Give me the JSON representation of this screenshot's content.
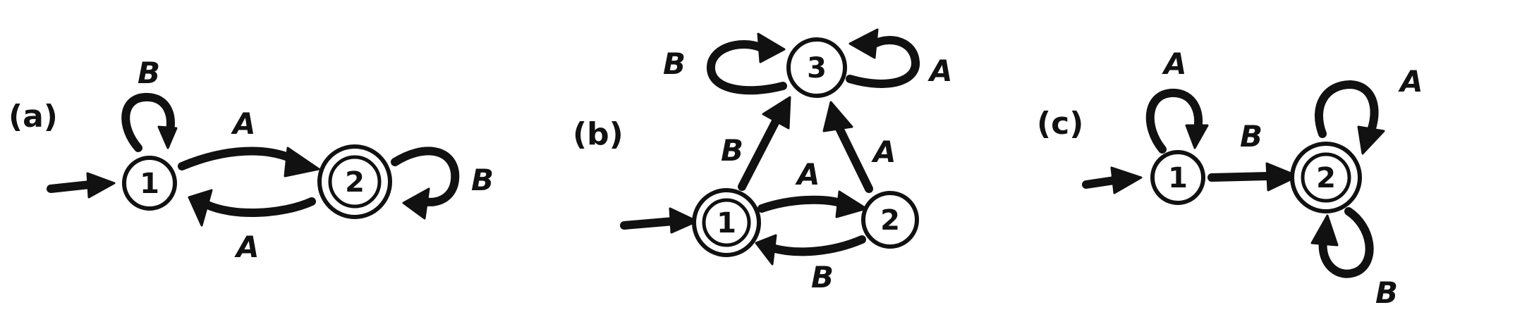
{
  "panels": {
    "a": {
      "label": "(a)",
      "states": {
        "s1": "1",
        "s2": "2"
      },
      "edges": {
        "loop1": "B",
        "s1_to_s2": "A",
        "s2_to_s1": "A",
        "loop2": "B"
      }
    },
    "b": {
      "label": "(b)",
      "states": {
        "s1": "1",
        "s2": "2",
        "s3": "3"
      },
      "edges": {
        "loop3_left": "B",
        "loop3_right": "A",
        "s1_to_s3": "B",
        "s2_to_s3": "A",
        "s1_to_s2": "A",
        "s2_to_s1": "B"
      }
    },
    "c": {
      "label": "(c)",
      "states": {
        "s1": "1",
        "s2": "2"
      },
      "edges": {
        "loop1": "A",
        "s1_to_s2": "B",
        "loop2_top": "A",
        "loop2_bottom": "B"
      }
    }
  },
  "colors": {
    "ink": "#111111",
    "background": "#ffffff"
  }
}
